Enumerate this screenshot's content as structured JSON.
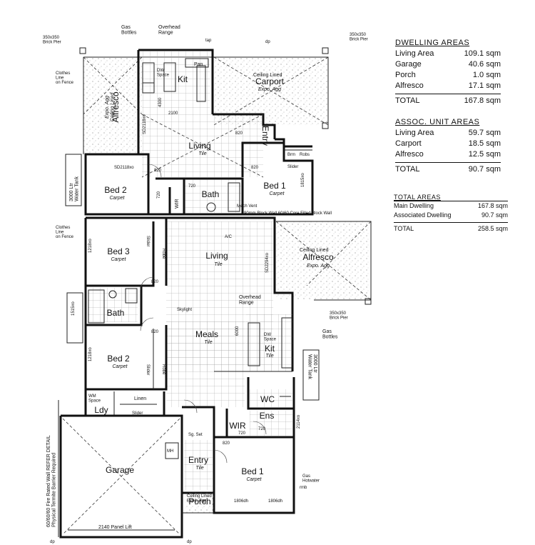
{
  "labels": {
    "gas_bottles_top": "Gas\nBottles",
    "overhead_range_top": "Overhead\nRange",
    "tap": "tap",
    "brick_pier_left": "350x350\nBrick Pier",
    "brick_pier_right": "350x350\nBrick Pier",
    "brick_pier_mid": "350x350\nBrick Pier",
    "clothes_line_top": "Clothes\nLine\non Fence",
    "clothes_line_mid": "Clothes\nLine\non Fence",
    "water_tank_left": "3000 Ltr\nWater Tank",
    "water_tank_right": "3000 Ltr\nWater Tank",
    "pan": "Pan",
    "dw_space": "DW\nSpace",
    "kit": "Kit",
    "tile": "Tile",
    "carport_ceiling": "Ceiling Lined",
    "carport": "Carport",
    "carport_sub": "Expo. Agg",
    "alfresco_top": "Alfresco",
    "alfresco_top_sub": "Expo. Agg\nCeiling Lined",
    "entry_top": "Entry",
    "living_top": "Living",
    "bed2_top": "Bed 2",
    "bed1_top": "Bed 1",
    "carpet": "Carpet",
    "bath_top": "Bath",
    "wir": "WIR",
    "brm": "Brm",
    "robs": "Robs",
    "slider": "Slider",
    "mech_vent": "Mech Vent",
    "block_wall": "90mm Block Wall 60/60 Core Filled Block Wall",
    "bed3": "Bed 3",
    "robe": "Robe",
    "living_main": "Living",
    "ceiling_lined": "Ceiling Lined",
    "alfresco_mid": "Alfresco",
    "expo_agg": "Expo. Agg",
    "skylight": "Skylight",
    "bath_mid": "Bath",
    "meals": "Meals",
    "overhead_range_mid": "Overhead\nRange",
    "dw_space_mid": "DW\nSpace",
    "kit_mid": "Kit",
    "gas_bottles_mid": "Gas\nBottles",
    "bed2_mid": "Bed 2",
    "wc": "WC",
    "lndry": "Ldy",
    "linen": "Linen",
    "wm_space": "WM\nSpace",
    "ens": "Ens",
    "wir_low": "WIR",
    "garage": "Garage",
    "mh": "MH",
    "sg_set": "Sg. Set",
    "entry_low": "Entry",
    "bed1_low": "Bed 1",
    "porch": "Porch",
    "porch_sub": "Ceiling Lined\nExpo. Agg",
    "panel_lift": "2140 Panel Lift",
    "fire_wall": "60/60/60 Fire Rated Wall REFER DETAIL\nPhysical Termite Barrier Required",
    "gas_hw": "Gas\nHotwater",
    "ac": "A/C",
    "dp": "dp",
    "rmb": "rmb",
    "dims": [
      "820",
      "820",
      "820",
      "820",
      "820",
      "720",
      "720",
      "720",
      "720",
      "1806dh",
      "1806dh",
      "1218xo",
      "1218xo",
      "1815xo",
      "1515xo",
      "2114xo",
      "SD2118xo",
      "SD2294xo",
      "SD2118xo",
      "2100",
      "6000",
      "4300",
      "820"
    ]
  },
  "dwelling_areas": {
    "title": "DWELLING AREAS",
    "rows": [
      {
        "name": "Living Area",
        "value": "109.1 sqm"
      },
      {
        "name": "Garage",
        "value": "40.6 sqm"
      },
      {
        "name": "Porch",
        "value": "1.0 sqm"
      },
      {
        "name": "Alfresco",
        "value": "17.1 sqm"
      }
    ],
    "total": {
      "name": "TOTAL",
      "value": "167.8 sqm"
    }
  },
  "assoc_unit_areas": {
    "title": "ASSOC. UNIT AREAS",
    "rows": [
      {
        "name": "Living Area",
        "value": "59.7 sqm"
      },
      {
        "name": "Carport",
        "value": "18.5 sqm"
      },
      {
        "name": "Alfresco",
        "value": "12.5 sqm"
      }
    ],
    "total": {
      "name": "TOTAL",
      "value": "90.7 sqm"
    }
  },
  "total_areas": {
    "title": "TOTAL AREAS",
    "rows": [
      {
        "name": "Main Dwelling",
        "value": "167.8 sqm"
      },
      {
        "name": "Associated Dwelling",
        "value": "90.7 sqm"
      }
    ],
    "total": {
      "name": "TOTAL",
      "value": "258.5 sqm"
    }
  }
}
